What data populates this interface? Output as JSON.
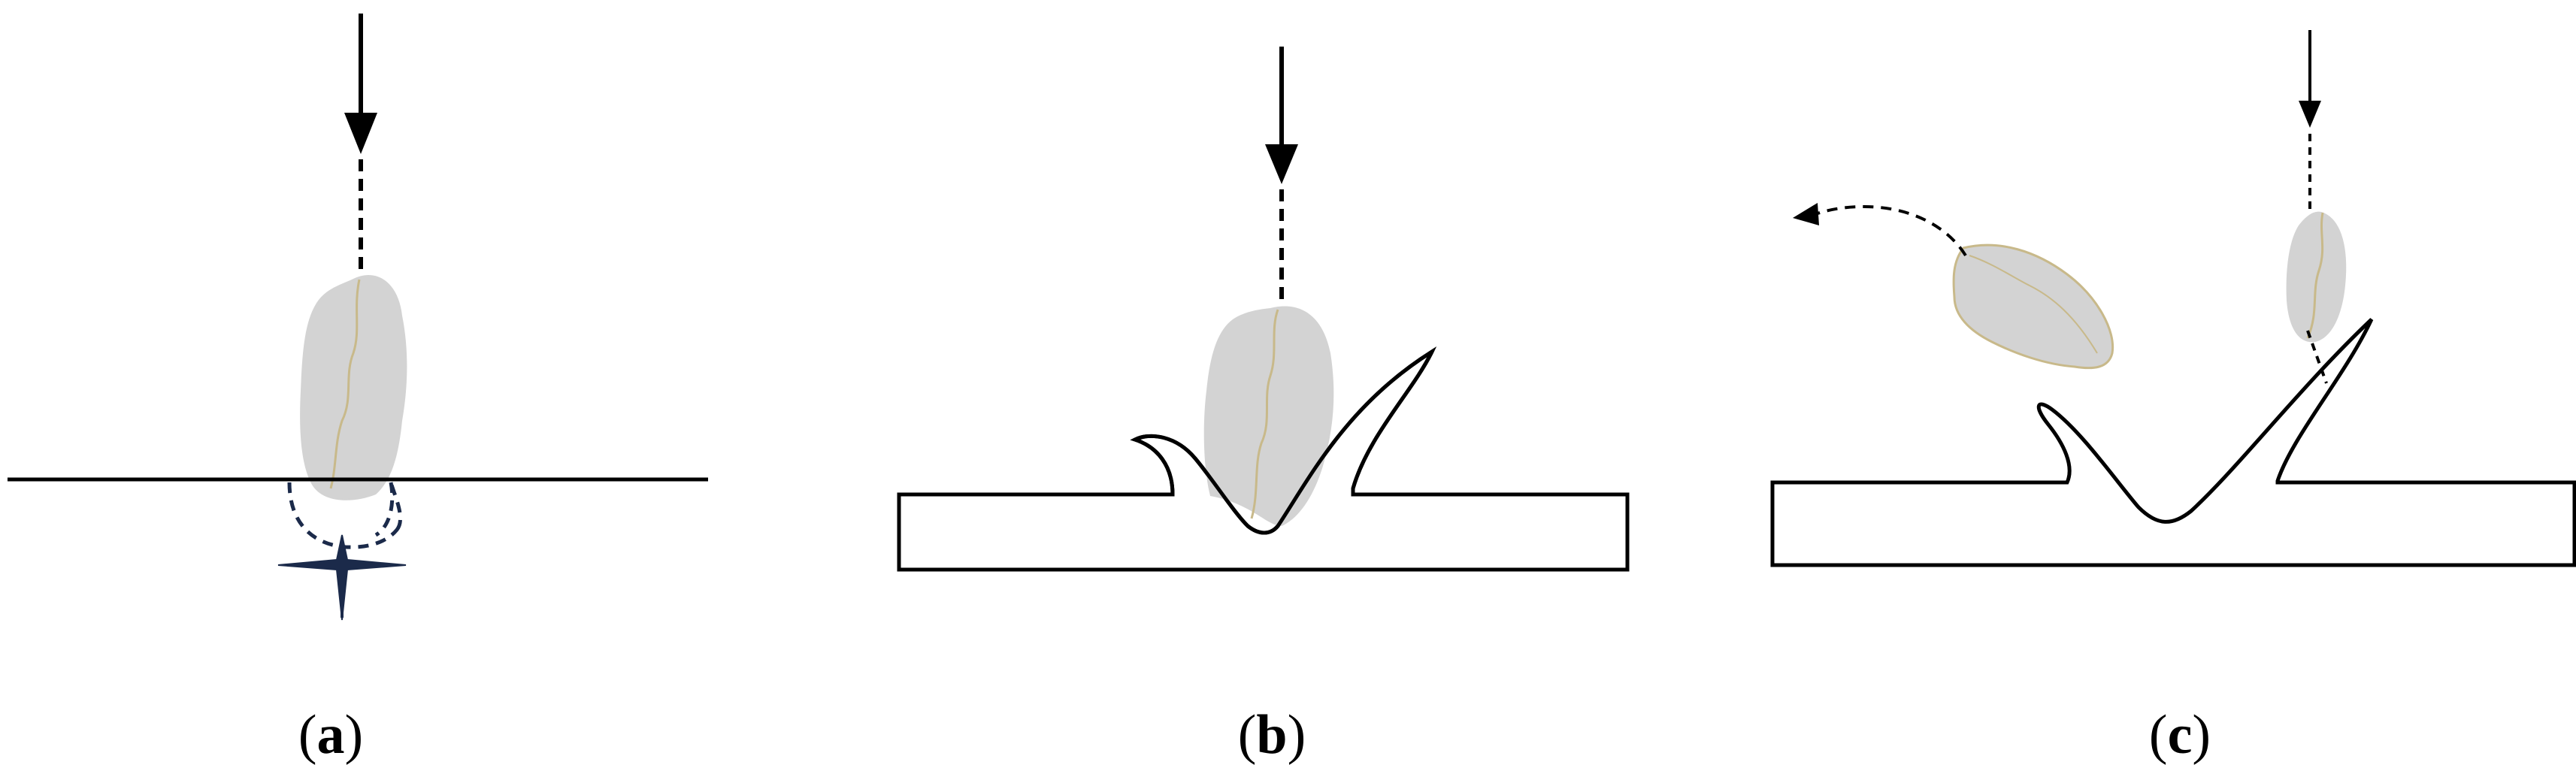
{
  "panels": [
    {
      "id": "a",
      "label_open": "(",
      "label_letter": "a",
      "label_close": ")"
    },
    {
      "id": "b",
      "label_open": "(",
      "label_letter": "b",
      "label_close": ")"
    },
    {
      "id": "c",
      "label_open": "(",
      "label_letter": "c",
      "label_close": ")"
    }
  ],
  "colors": {
    "stroke": "#000000",
    "particle_fill": "#d3d3d3",
    "particle_crack": "#c8b98a",
    "crater": "#1b2a4a"
  }
}
